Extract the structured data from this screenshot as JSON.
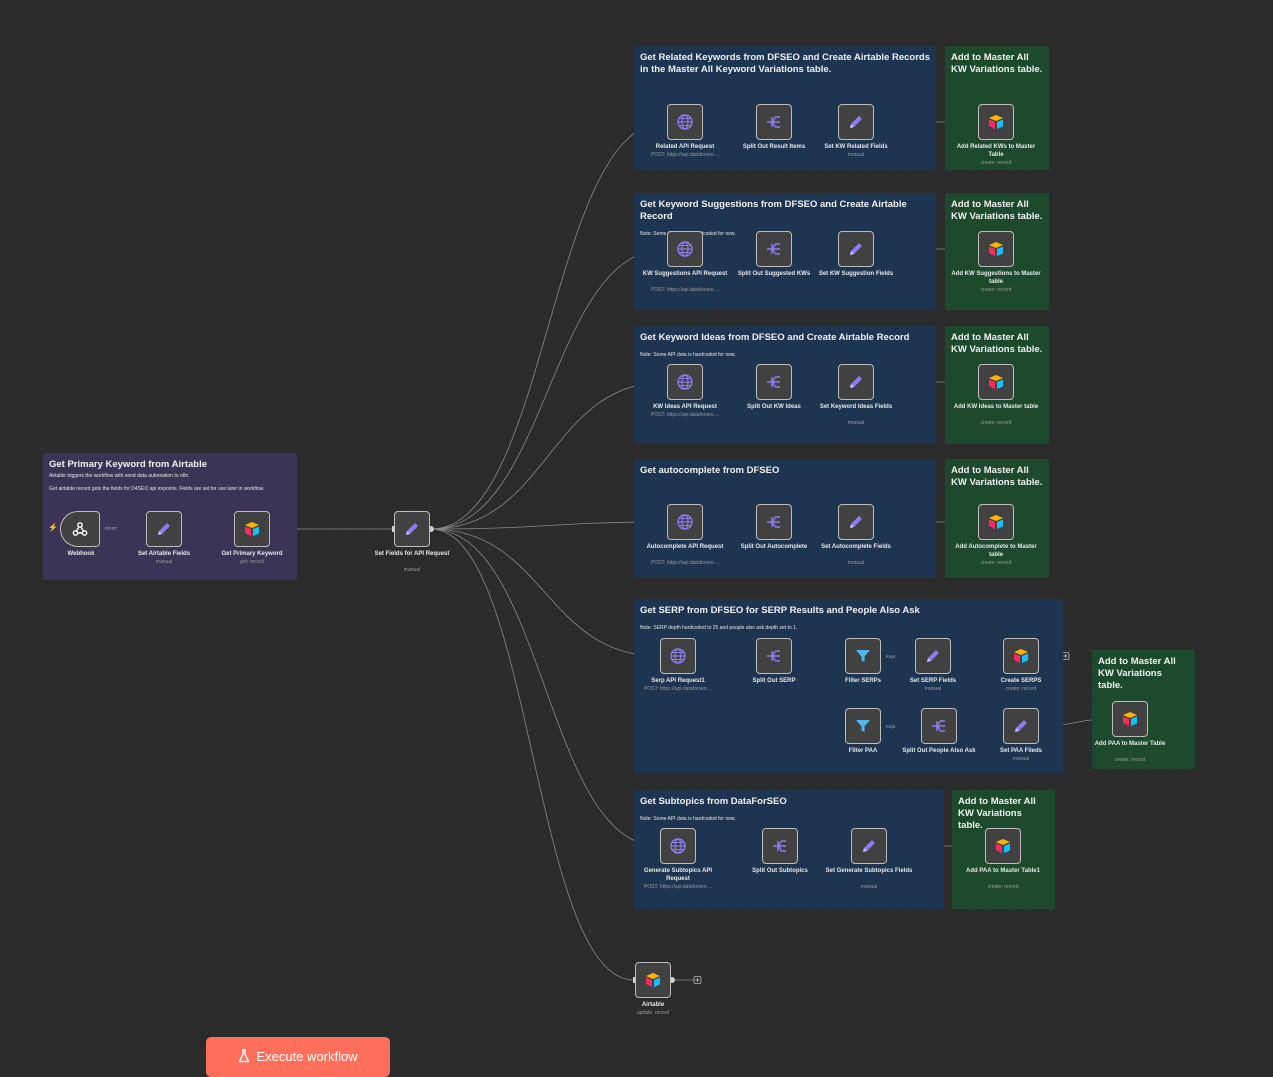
{
  "sticky_notes": [
    {
      "title": "Get Primary Keyword from Airtable",
      "lines": [
        "Airtable triggers the workflow with send data automation to n8n.",
        "Get airtable record gets the fields for D4SEO api enpoints. Fields are set for use later in workflow."
      ]
    },
    {
      "title": "Get Related Keywords from DFSEO and Create Airtable Records in the Master All Keyword Variations table.",
      "lines": []
    },
    {
      "title": "Add to Master All KW Variations table.",
      "lines": []
    },
    {
      "title": "Get Keyword Suggestions from DFSEO and Create Airtable Record",
      "lines": [
        "Note: Some API data is hardcoded for now."
      ]
    },
    {
      "title": "Add to Master All KW Variations table.",
      "lines": []
    },
    {
      "title": "Get Keyword Ideas from DFSEO and Create Airtable Record",
      "lines": [
        "Note: Some API data is hardcoded for now."
      ]
    },
    {
      "title": "Add to Master All KW Variations table.",
      "lines": []
    },
    {
      "title": "Get autocomplete from DFSEO",
      "lines": []
    },
    {
      "title": "Add to Master All KW Variations table.",
      "lines": []
    },
    {
      "title": "Get SERP from DFSEO for SERP Results and People Also Ask",
      "lines": [
        "Note: SERP depth hardcoded to 25 and people also ask depth set to 1."
      ]
    },
    {
      "title": "Add to Master All KW Variations table.",
      "lines": []
    },
    {
      "title": "Get Subtopics from DataForSEO",
      "lines": [
        "Note: Some API data is hardcoded for now."
      ]
    },
    {
      "title": "Add to Master All KW Variations table.",
      "lines": []
    }
  ],
  "nodes": [
    {
      "id": "webhook",
      "label": "Webhook",
      "sub": "",
      "icon": "webhook-icon"
    },
    {
      "id": "set_airtable_fields",
      "label": "Set Airtable Fields",
      "sub": "manual",
      "icon": "pencil-icon"
    },
    {
      "id": "get_primary_keyword",
      "label": "Get Primary Keyword",
      "sub": "get: record",
      "icon": "airtable-icon"
    },
    {
      "id": "set_fields_api",
      "label": "Set Fields for API Request",
      "sub": "manual",
      "icon": "pencil-icon"
    },
    {
      "id": "related_api",
      "label": "Related API Request",
      "sub": "POST: https://api.dataforseo....",
      "icon": "globe-icon"
    },
    {
      "id": "split_related",
      "label": "Split Out Result Items",
      "sub": "",
      "icon": "split-icon"
    },
    {
      "id": "set_kw_related",
      "label": "Set KW Related Fields",
      "sub": "manual",
      "icon": "pencil-icon"
    },
    {
      "id": "add_related",
      "label": "Add Related KWs to Master Table",
      "sub": "create: record",
      "icon": "airtable-icon"
    },
    {
      "id": "kw_suggestions_api",
      "label": "KW Suggestions API Request",
      "sub": "POST: https://api.dataforseo....",
      "icon": "globe-icon"
    },
    {
      "id": "split_suggested",
      "label": "Split Out Suggested KWs",
      "sub": "",
      "icon": "split-icon"
    },
    {
      "id": "set_kw_suggestion",
      "label": "Set KW Suggestion Fields",
      "sub": "",
      "icon": "pencil-icon"
    },
    {
      "id": "add_suggestions",
      "label": "Add KW Suggestions to Master table",
      "sub": "create: record",
      "icon": "airtable-icon"
    },
    {
      "id": "kw_ideas_api",
      "label": "KW Ideas API Request",
      "sub": "POST: https://api.dataforseo....",
      "icon": "globe-icon"
    },
    {
      "id": "split_ideas",
      "label": "Split Out KW Ideas",
      "sub": "",
      "icon": "split-icon"
    },
    {
      "id": "set_ideas",
      "label": "Set Keyword Ideas Fields",
      "sub": "manual",
      "icon": "pencil-icon"
    },
    {
      "id": "add_ideas",
      "label": "Add KW Ideas to Master table",
      "sub": "create: record",
      "icon": "airtable-icon"
    },
    {
      "id": "autocomplete_api",
      "label": "Autocomplete API Request",
      "sub": "POST: https://api.dataforseo....",
      "icon": "globe-icon"
    },
    {
      "id": "split_autocomplete",
      "label": "Split Out Autocomplete",
      "sub": "",
      "icon": "split-icon"
    },
    {
      "id": "set_autocomplete",
      "label": "Set Autocomplete Fields",
      "sub": "manual",
      "icon": "pencil-icon"
    },
    {
      "id": "add_autocomplete",
      "label": "Add Autocomplete to Master table",
      "sub": "create: record",
      "icon": "airtable-icon"
    },
    {
      "id": "serp_api",
      "label": "Serp API Request1",
      "sub": "POST: https://api.dataforseo....",
      "icon": "globe-icon"
    },
    {
      "id": "split_serp",
      "label": "Split Out SERP",
      "sub": "",
      "icon": "split-icon"
    },
    {
      "id": "filter_serps",
      "label": "Filter SERPs",
      "sub": "",
      "icon": "filter-icon"
    },
    {
      "id": "set_serp",
      "label": "Set SERP Fields",
      "sub": "manual",
      "icon": "pencil-icon"
    },
    {
      "id": "create_serps",
      "label": "Create SERPS",
      "sub": "create: record",
      "icon": "airtable-icon"
    },
    {
      "id": "filter_paa",
      "label": "Filter PAA",
      "sub": "",
      "icon": "filter-icon"
    },
    {
      "id": "split_paa",
      "label": "Split Out People Also Ask",
      "sub": "",
      "icon": "split-icon"
    },
    {
      "id": "set_paa",
      "label": "Set PAA Fileds",
      "sub": "manual",
      "icon": "pencil-icon"
    },
    {
      "id": "add_paa",
      "label": "Add PAA to Master Table",
      "sub": "create: record",
      "icon": "airtable-icon"
    },
    {
      "id": "subtopics_api",
      "label": "Generate Subtopics API Request",
      "sub": "POST: https://api.dataforseo....",
      "icon": "globe-icon"
    },
    {
      "id": "split_subtopics",
      "label": "Split Out Subtopics",
      "sub": "",
      "icon": "split-icon"
    },
    {
      "id": "set_subtopics",
      "label": "Set Generate Subtopics Fields",
      "sub": "manual",
      "icon": "pencil-icon"
    },
    {
      "id": "add_paa1",
      "label": "Add PAA to Master Table1",
      "sub": "create: record",
      "icon": "airtable-icon"
    },
    {
      "id": "airtable_update",
      "label": "Airtable",
      "sub": "update: record",
      "icon": "airtable-icon"
    }
  ],
  "edge_labels": {
    "post": "POST",
    "kept": "Kept"
  },
  "execute_button": {
    "label": "Execute workflow",
    "icon": "flask-icon"
  },
  "colors": {
    "canvas": "#2b2b2b",
    "note_blue": "#1d3551",
    "note_green": "#1d4a2c",
    "note_purple": "#3b3457",
    "accent": "#ff6f5c",
    "node_icon": "#8b7df0",
    "wire": "#8a8a8a"
  }
}
